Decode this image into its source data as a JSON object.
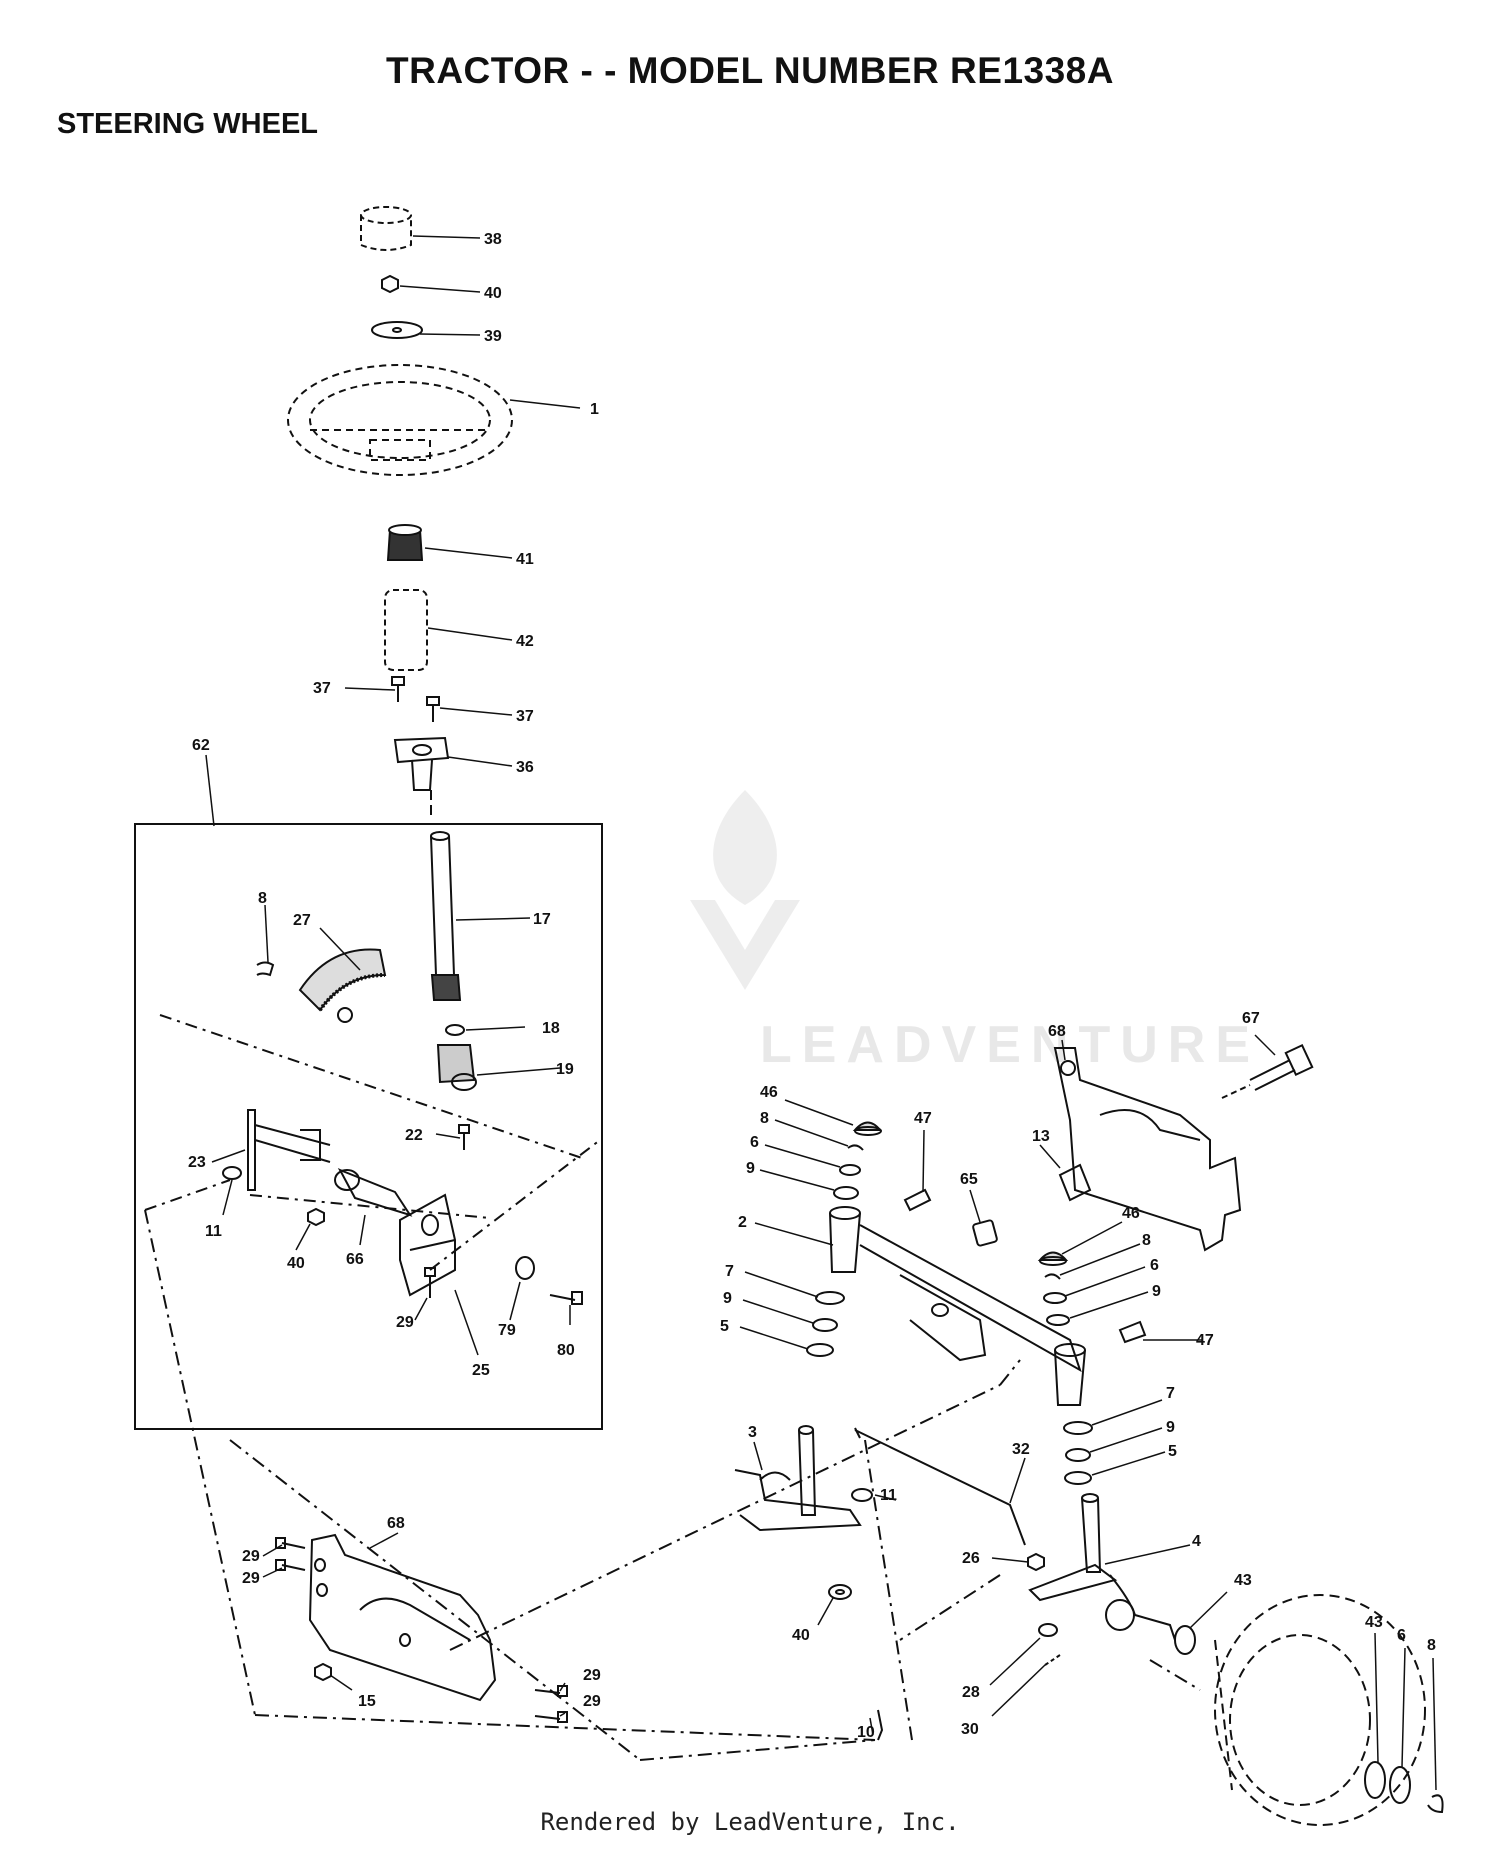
{
  "header": {
    "title": "TRACTOR - - MODEL NUMBER RE1338A",
    "section": "STEERING WHEEL"
  },
  "watermark": {
    "text": "LEADVENTURE"
  },
  "footer": {
    "text": "Rendered by LeadVenture, Inc."
  },
  "callouts": {
    "c38": "38",
    "c40a": "40",
    "c39": "39",
    "c1": "1",
    "c41": "41",
    "c42": "42",
    "c37a": "37",
    "c37b": "37",
    "c36": "36",
    "c62": "62",
    "c8a": "8",
    "c27": "27",
    "c17": "17",
    "c18": "18",
    "c19": "19",
    "c22": "22",
    "c23": "23",
    "c11a": "11",
    "c40b": "40",
    "c66": "66",
    "c29a": "29",
    "c79": "79",
    "c80": "80",
    "c25": "25",
    "c68a": "68",
    "c67": "67",
    "c13": "13",
    "c46a": "46",
    "c8b": "8",
    "c6a": "6",
    "c9a": "9",
    "c47a": "47",
    "c65": "65",
    "c2": "2",
    "c46b": "46",
    "c8c": "8",
    "c6b": "6",
    "c9b": "9",
    "c7a": "7",
    "c9c": "9",
    "c5a": "5",
    "c47b": "47",
    "c7b": "7",
    "c9d": "9",
    "c5b": "5",
    "c3": "3",
    "c32": "32",
    "c11b": "11",
    "c4": "4",
    "c26": "26",
    "c43a": "43",
    "c68b": "68",
    "c29b": "29",
    "c29c": "29",
    "c29d": "29",
    "c29e": "29",
    "c15": "15",
    "c40c": "40",
    "c28": "28",
    "c30": "30",
    "c10": "10",
    "c43b": "43",
    "c6c": "6",
    "c8d": "8"
  }
}
